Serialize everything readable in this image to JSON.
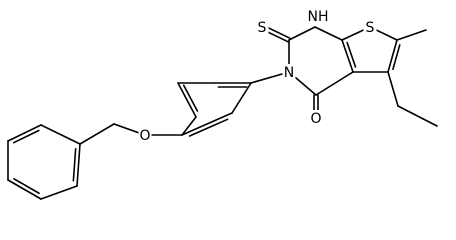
{
  "molecule": {
    "atoms": [
      {
        "id": "S_thione",
        "symbol": "S",
        "label": "S"
      },
      {
        "id": "NH",
        "symbol": "N",
        "label": "NH"
      },
      {
        "id": "S_ring",
        "symbol": "S",
        "label": "S"
      },
      {
        "id": "N3",
        "symbol": "N",
        "label": "N"
      },
      {
        "id": "O_keto",
        "symbol": "O",
        "label": "O"
      },
      {
        "id": "O_ether",
        "symbol": "O",
        "label": "O"
      }
    ],
    "substituents": [
      "methyl",
      "ethyl",
      "benzyloxy"
    ]
  }
}
